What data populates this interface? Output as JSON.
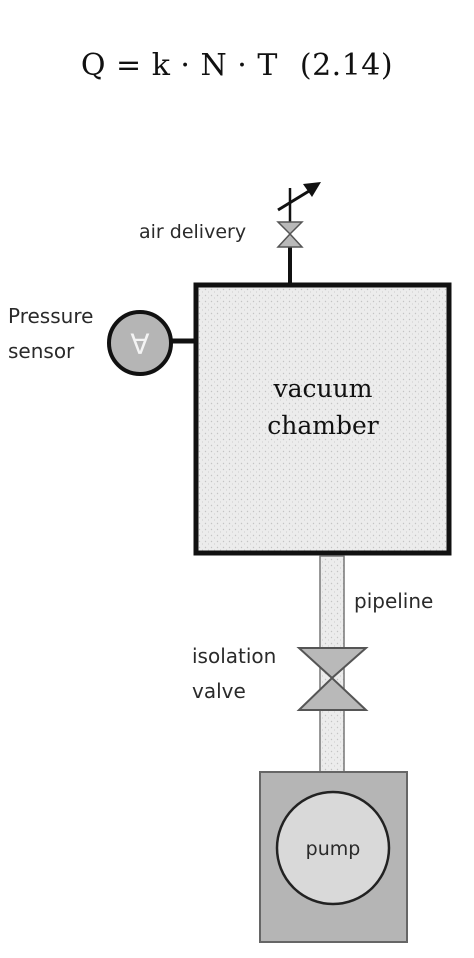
{
  "equation": {
    "formula": "Q = k · N · T",
    "number": "(2.14)"
  },
  "labels": {
    "air_delivery": "air delivery",
    "pressure": "Pressure",
    "sensor": "sensor",
    "gauge_symbol": "∀",
    "chamber_line1": "vacuum",
    "chamber_line2": "chamber",
    "pipeline": "pipeline",
    "isolation": "isolation",
    "valve": "valve",
    "pump": "pump"
  },
  "colors": {
    "chamber_fill": "#e9e9e9",
    "valve_fill": "#b9b9b9",
    "pump_box_fill": "#b5b5b5",
    "pump_circle_fill": "#d9d9d9",
    "outline": "#111111"
  }
}
